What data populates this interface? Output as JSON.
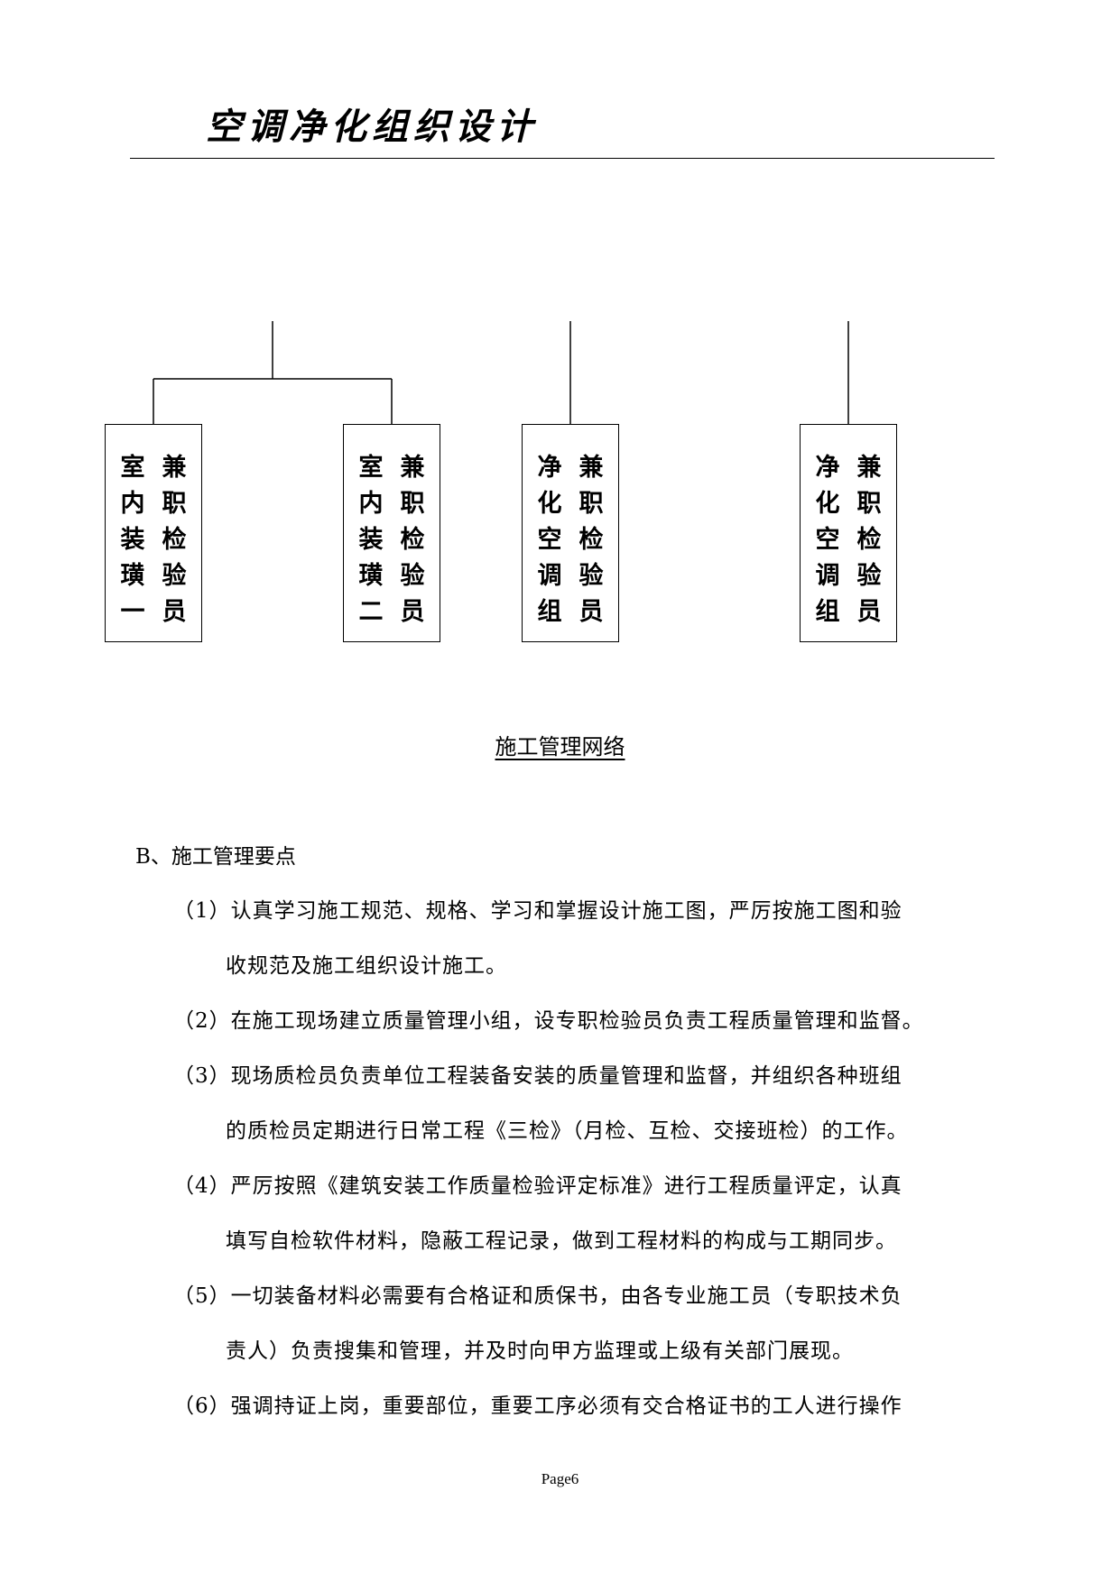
{
  "header": {
    "title": "空调净化组织设计"
  },
  "org_chart": {
    "boxes": [
      {
        "left_col": [
          "室",
          "内",
          "装",
          "璜",
          "一"
        ],
        "right_col": [
          "兼",
          "职",
          "检",
          "验",
          "员"
        ]
      },
      {
        "left_col": [
          "室",
          "内",
          "装",
          "璜",
          "二"
        ],
        "right_col": [
          "兼",
          "职",
          "检",
          "验",
          "员"
        ]
      },
      {
        "left_col": [
          "净",
          "化",
          "空",
          "调",
          "组"
        ],
        "right_col": [
          "兼",
          "职",
          "检",
          "验",
          "员"
        ]
      },
      {
        "left_col": [
          "净",
          "化",
          "空",
          "调",
          "组"
        ],
        "right_col": [
          "兼",
          "职",
          "检",
          "验",
          "员"
        ]
      }
    ],
    "caption": "施工管理网络"
  },
  "section": {
    "heading": "B、施工管理要点",
    "lines": [
      "（1）认真学习施工规范、规格、学习和掌握设计施工图，严厉按施工图和验",
      "收规范及施工组织设计施工。",
      "（2）在施工现场建立质量管理小组，设专职检验员负责工程质量管理和监督。",
      "（3）现场质检员负责单位工程装备安装的质量管理和监督，并组织各种班组",
      "的质检员定期进行日常工程《三检》（月检、互检、交接班检）的工作。",
      "（4）严厉按照《建筑安装工作质量检验评定标准》进行工程质量评定，认真",
      "填写自检软件材料，隐蔽工程记录，做到工程材料的构成与工期同步。",
      "（5）一切装备材料必需要有合格证和质保书，由各专业施工员（专职技术负",
      "责人）负责搜集和管理，并及时向甲方监理或上级有关部门展现。",
      "（6）强调持证上岗，重要部位，重要工序必须有交合格证书的工人进行操作"
    ]
  },
  "footer": {
    "page_label": "Page6"
  }
}
